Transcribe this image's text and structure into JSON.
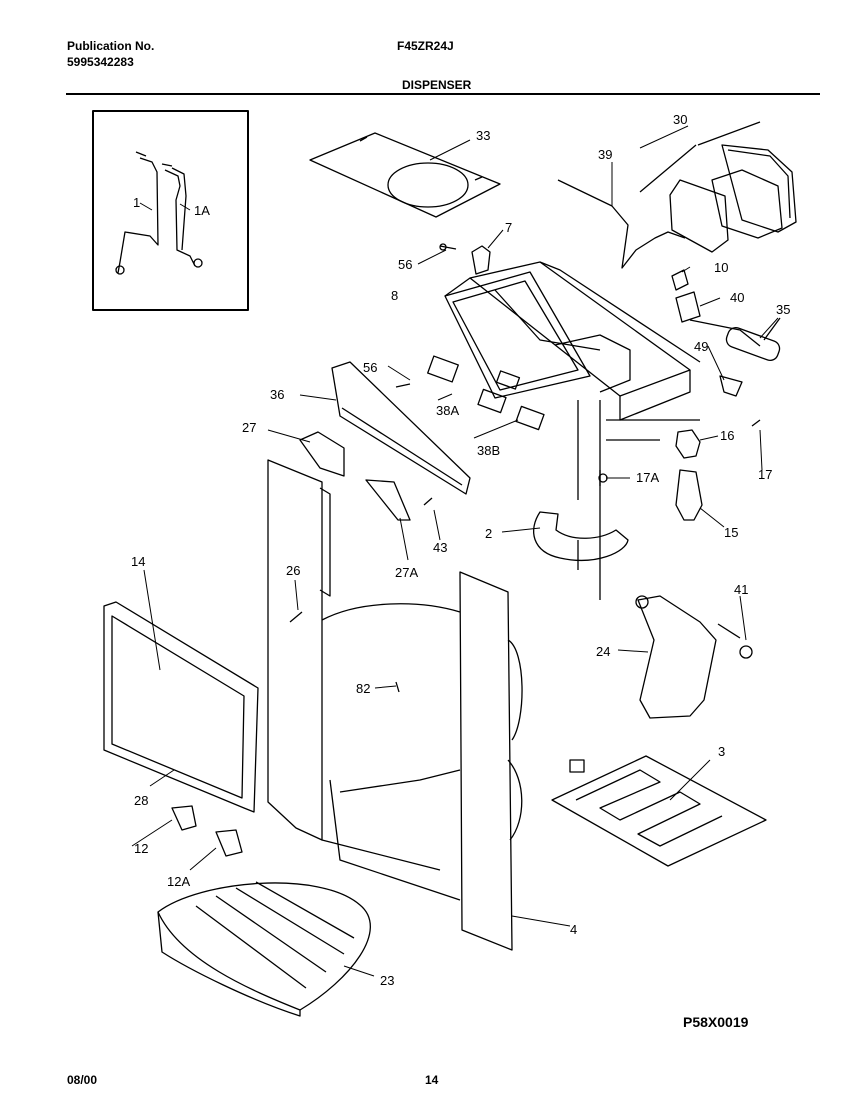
{
  "header": {
    "publication_label": "Publication No.",
    "publication_number": "5995342283",
    "model": "F45ZR24J",
    "section_title": "DISPENSER"
  },
  "footer": {
    "date": "08/00",
    "page": "14",
    "drawing_code": "P58X0019"
  },
  "callouts": {
    "p1": "1",
    "p1a": "1A",
    "p33": "33",
    "p30": "30",
    "p39": "39",
    "p7": "7",
    "p56a": "56",
    "p10": "10",
    "p8": "8",
    "p40": "40",
    "p35": "35",
    "p49": "49",
    "p56b": "56",
    "p36": "36",
    "p38a": "38A",
    "p27": "27",
    "p38b": "38B",
    "p16": "16",
    "p17a": "17A",
    "p17": "17",
    "p2": "2",
    "p15": "15",
    "p43": "43",
    "p14": "14",
    "p26": "26",
    "p27a": "27A",
    "p41": "41",
    "p24": "24",
    "p82": "82",
    "p3": "3",
    "p28": "28",
    "p12": "12",
    "p12a": "12A",
    "p4": "4",
    "p23": "23"
  }
}
